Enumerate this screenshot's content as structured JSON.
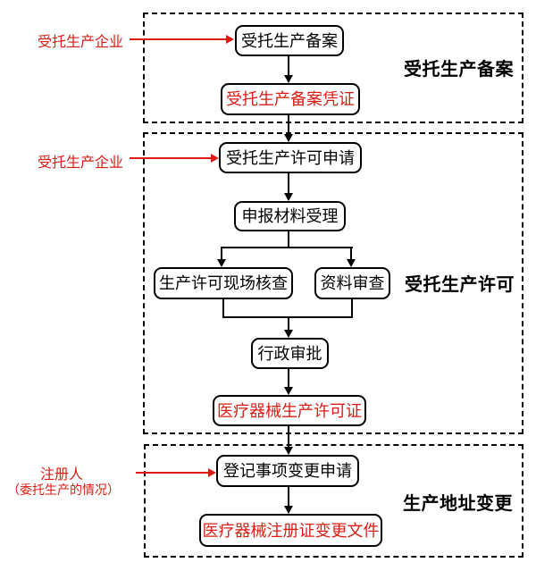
{
  "colors": {
    "accent_red": "#dc1c14",
    "line_black": "#000000",
    "background": "#ffffff"
  },
  "sections": [
    {
      "name": "entrusted-production-filing",
      "label": "受托生产备案",
      "actor": {
        "label": "受托生产企业"
      },
      "nodes": [
        {
          "key": "filing",
          "label": "受托生产备案",
          "emphasis": false
        },
        {
          "key": "filing-certificate",
          "label": "受托生产备案凭证",
          "emphasis": true
        }
      ]
    },
    {
      "name": "entrusted-production-license",
      "label": "受托生产许可",
      "actor": {
        "label": "受托生产企业"
      },
      "nodes": [
        {
          "key": "license-application",
          "label": "受托生产许可申请",
          "emphasis": false
        },
        {
          "key": "material-acceptance",
          "label": "申报材料受理",
          "emphasis": false
        },
        {
          "key": "onsite-inspection",
          "label": "生产许可现场核查",
          "emphasis": false
        },
        {
          "key": "document-review",
          "label": "资料审查",
          "emphasis": false
        },
        {
          "key": "administrative-approval",
          "label": "行政审批",
          "emphasis": false
        },
        {
          "key": "production-license-certificate",
          "label": "医疗器械生产许可证",
          "emphasis": true
        }
      ]
    },
    {
      "name": "production-address-change",
      "label": "生产地址变更",
      "actor": {
        "label": "注册人",
        "sublabel": "（委托生产的情况）"
      },
      "nodes": [
        {
          "key": "change-application",
          "label": "登记事项变更申请",
          "emphasis": false
        },
        {
          "key": "registration-change-document",
          "label": "医疗器械注册证变更文件",
          "emphasis": true
        }
      ]
    }
  ]
}
